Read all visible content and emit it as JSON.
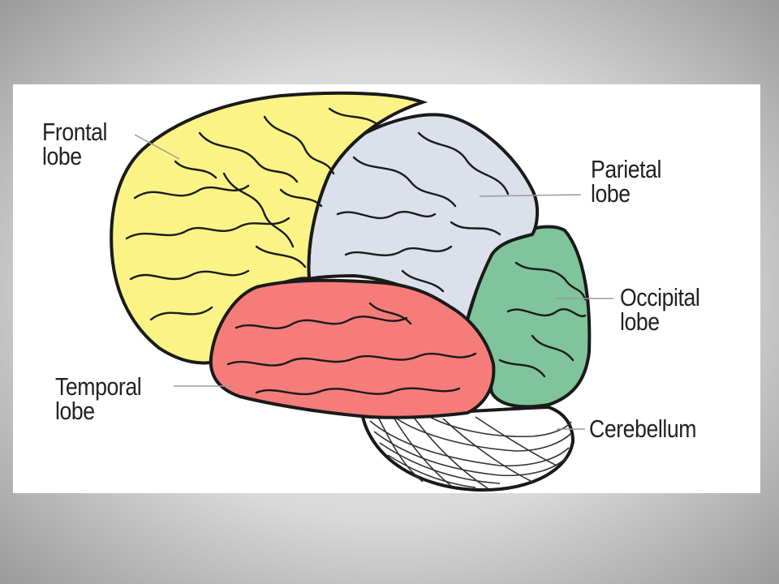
{
  "labels": {
    "frontal": [
      "Frontal",
      "lobe"
    ],
    "parietal": [
      "Parietal",
      "lobe"
    ],
    "occipital": [
      "Occipital",
      "lobe"
    ],
    "temporal": [
      "Temporal",
      "lobe"
    ],
    "cerebellum": [
      "Cerebellum"
    ]
  },
  "colors": {
    "frontal": "#fbf386",
    "parietal": "#dce0ea",
    "occipital": "#7fc49a",
    "temporal": "#f67c7a",
    "cerebellum": "#ffffff",
    "outline": "#1a1a1a",
    "leader": "#9a9a9a"
  }
}
